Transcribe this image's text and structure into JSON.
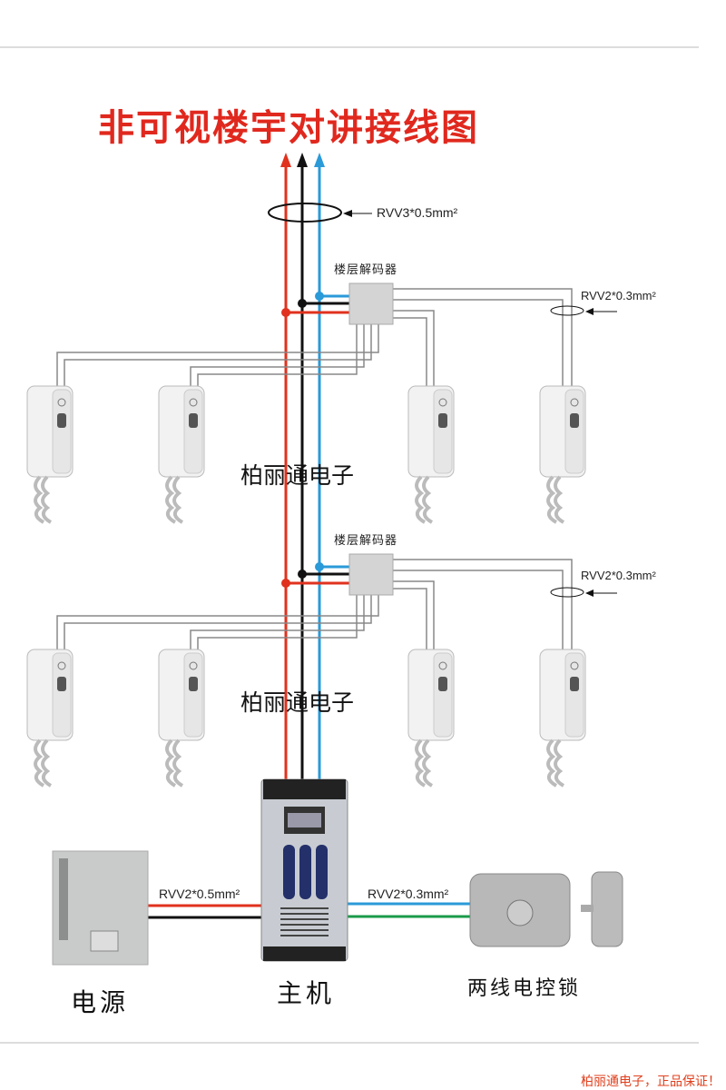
{
  "title": "非可视楼宇对讲接线图",
  "trunk_cable": "RVV3*0.5mm²",
  "floors": [
    {
      "decoder_label": "楼层解码器",
      "cable": "RVV2*0.3mm²",
      "watermark": "柏丽通电子"
    },
    {
      "decoder_label": "楼层解码器",
      "cable": "RVV2*0.3mm²",
      "watermark": "柏丽通电子"
    }
  ],
  "power": {
    "label": "电源",
    "cable": "RVV2*0.5mm²"
  },
  "main_unit": {
    "label": "主机"
  },
  "lock": {
    "label": "两线电控锁",
    "cable": "RVV2*0.3mm²"
  },
  "footer": "柏丽通电子，正品保证！",
  "colors": {
    "title": "#e0281e",
    "wire_red": "#e0321e",
    "wire_black": "#111111",
    "wire_blue": "#2a9ad8",
    "wire_green": "#1a9a4a",
    "wire_gray": "#888888"
  }
}
